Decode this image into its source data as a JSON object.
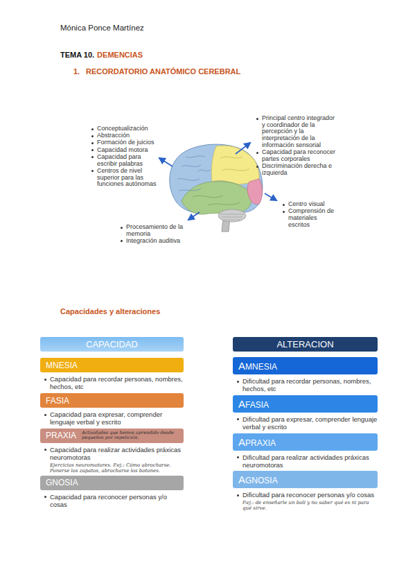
{
  "diagram": {
    "nodes": [
      {
        "text": [
          "CAPACIDAD"
        ]
      },
      {
        "text": [
          "MNESIA",
          "Capacidad para recordar personas, nombres, hechos, etc"
        ]
      },
      {
        "text": [
          "FASIA",
          "Capacidad para expresar, comprender lenguaje verbal y escrito"
        ]
      },
      {
        "text": [
          "PRAXIA",
          "Actividades que hemos aprendido desde pequeños por repetición.",
          "Capacidad para realizar actividades práxicas neuromotoras",
          "Ejercicios neuromotores. P.ej.: Cómo abrocharse. Ponerse los zapatos, abrocharse los botones."
        ]
      },
      {
        "text": [
          "GNOSIA",
          "Capacidad para reconocer personas y/o cosas"
        ]
      },
      {
        "text": [
          "ALTERACION"
        ]
      },
      {
        "text": [
          "AMNESIA",
          "Dificultad para recordar personas, nombres, hechos, etc"
        ]
      },
      {
        "text": [
          "AFASIA",
          "Dificultad para expresar, comprender lenguaje verbal y escrito"
        ]
      },
      {
        "text": [
          "APRAXIA",
          "Dificultad para realizar actividades práxicas neuromotoras"
        ]
      },
      {
        "text": [
          "AGNOSIA",
          "Dificultad para reconocer personas y/o cosas",
          "P.ej.: de enseñarle un boli y no saber qué es ni para qué sirve."
        ]
      }
    ],
    "labels": [
      "Mónica Ponce Martínez",
      "TEMA 10.",
      "DEMENCIAS",
      "1.",
      "RECORDATORIO ANATÓMICO CEREBRAL",
      "Conceptualización",
      "Abstracción",
      "Formación de juicios",
      "Capacidad motora",
      "Capacidad para escribir palabras",
      "Centros de nivel superior para las funciones autónomas",
      "Principal centro integrador y coordinador de la percepción y la interpretación de la información sensorial",
      "Capacidad para reconocer partes corporales",
      "Discriminación derecha e izquierda",
      "Centro visual",
      "Comprensión de materiales escritos",
      "Procesamiento de la memoria",
      "Integración auditiva",
      "Capacidades y alteraciones"
    ]
  }
}
